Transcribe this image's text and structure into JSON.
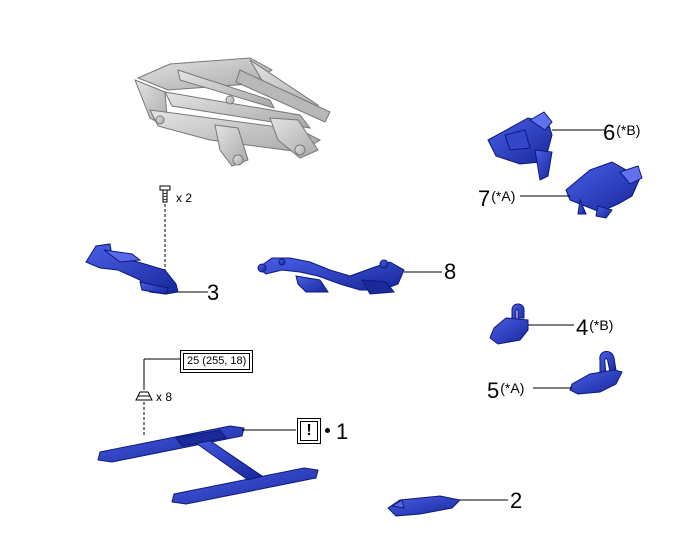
{
  "callouts": {
    "c1": {
      "num": "1",
      "suffix": ""
    },
    "c2": {
      "num": "2",
      "suffix": ""
    },
    "c3": {
      "num": "3",
      "suffix": ""
    },
    "c4": {
      "num": "4",
      "suffix": "(*B)"
    },
    "c5": {
      "num": "5",
      "suffix": "(*A)"
    },
    "c6": {
      "num": "6",
      "suffix": "(*B)"
    },
    "c7": {
      "num": "7",
      "suffix": "(*A)"
    },
    "c8": {
      "num": "8",
      "suffix": ""
    }
  },
  "quantities": {
    "screw": "x 2",
    "nut": "x 8"
  },
  "torque": "25 (255, 18)",
  "caution_symbol": "!",
  "icons": [
    "bolt-icon",
    "nut-icon",
    "caution-icon",
    "torque-wrench-icon"
  ],
  "colors": {
    "part_blue": "#2a3fc8",
    "part_dark": "#10208a",
    "frame_gray": "#c8c8c8",
    "line": "#000000"
  }
}
